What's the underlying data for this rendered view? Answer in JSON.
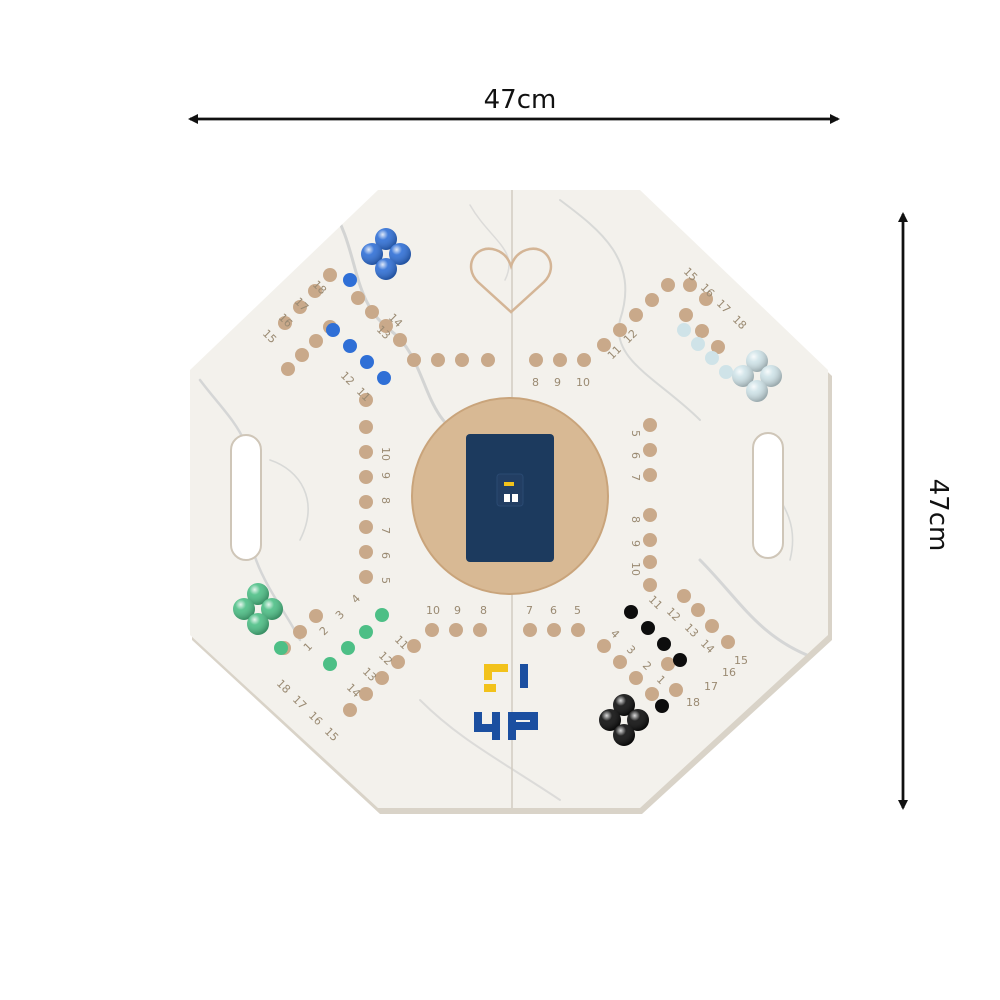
{
  "dimensions": {
    "width_label": "47cm",
    "height_label": "47cm"
  },
  "board": {
    "surface": "white marble",
    "hole_color": "#c9a98a",
    "center_disc_color": "#d8b994",
    "card_color": "#1c3a5e",
    "logo_colors": {
      "yellow": "#f2c21b",
      "blue": "#1b4fa0"
    }
  },
  "marbles": {
    "top_left": {
      "color": "#2f6fd6",
      "count": 4
    },
    "top_right": {
      "color": "#cfe3e8",
      "count": 4
    },
    "bottom_left": {
      "color": "#4dbf86",
      "count": 4
    },
    "bottom_right": {
      "color": "#0d0d0d",
      "count": 4
    }
  },
  "track_numbers": {
    "top_left_outer": [
      "18",
      "17",
      "16",
      "15"
    ],
    "top_left_inner": [
      "11",
      "12",
      "13",
      "14"
    ],
    "top_left_down": [
      "10",
      "9",
      "8",
      "7",
      "6",
      "5"
    ],
    "top_right_outer": [
      "15",
      "16",
      "17",
      "18"
    ],
    "top_right_row": [
      "8",
      "9",
      "10",
      "11",
      "12"
    ],
    "top_right_down": [
      "5",
      "6",
      "7",
      "8",
      "9",
      "10"
    ],
    "bottom_left_row": [
      "10",
      "9",
      "8"
    ],
    "bottom_left_diag": [
      "4",
      "3",
      "2",
      "1"
    ],
    "bottom_left_inner": [
      "11",
      "12",
      "13",
      "14"
    ],
    "bottom_left_outer": [
      "18",
      "17",
      "16",
      "15"
    ],
    "bottom_right_row": [
      "7",
      "6",
      "5"
    ],
    "bottom_right_diag": [
      "4",
      "3",
      "2",
      "1"
    ],
    "bottom_right_inner": [
      "11",
      "12",
      "13",
      "14",
      "15"
    ],
    "bottom_right_outer": [
      "18",
      "17",
      "16"
    ]
  }
}
